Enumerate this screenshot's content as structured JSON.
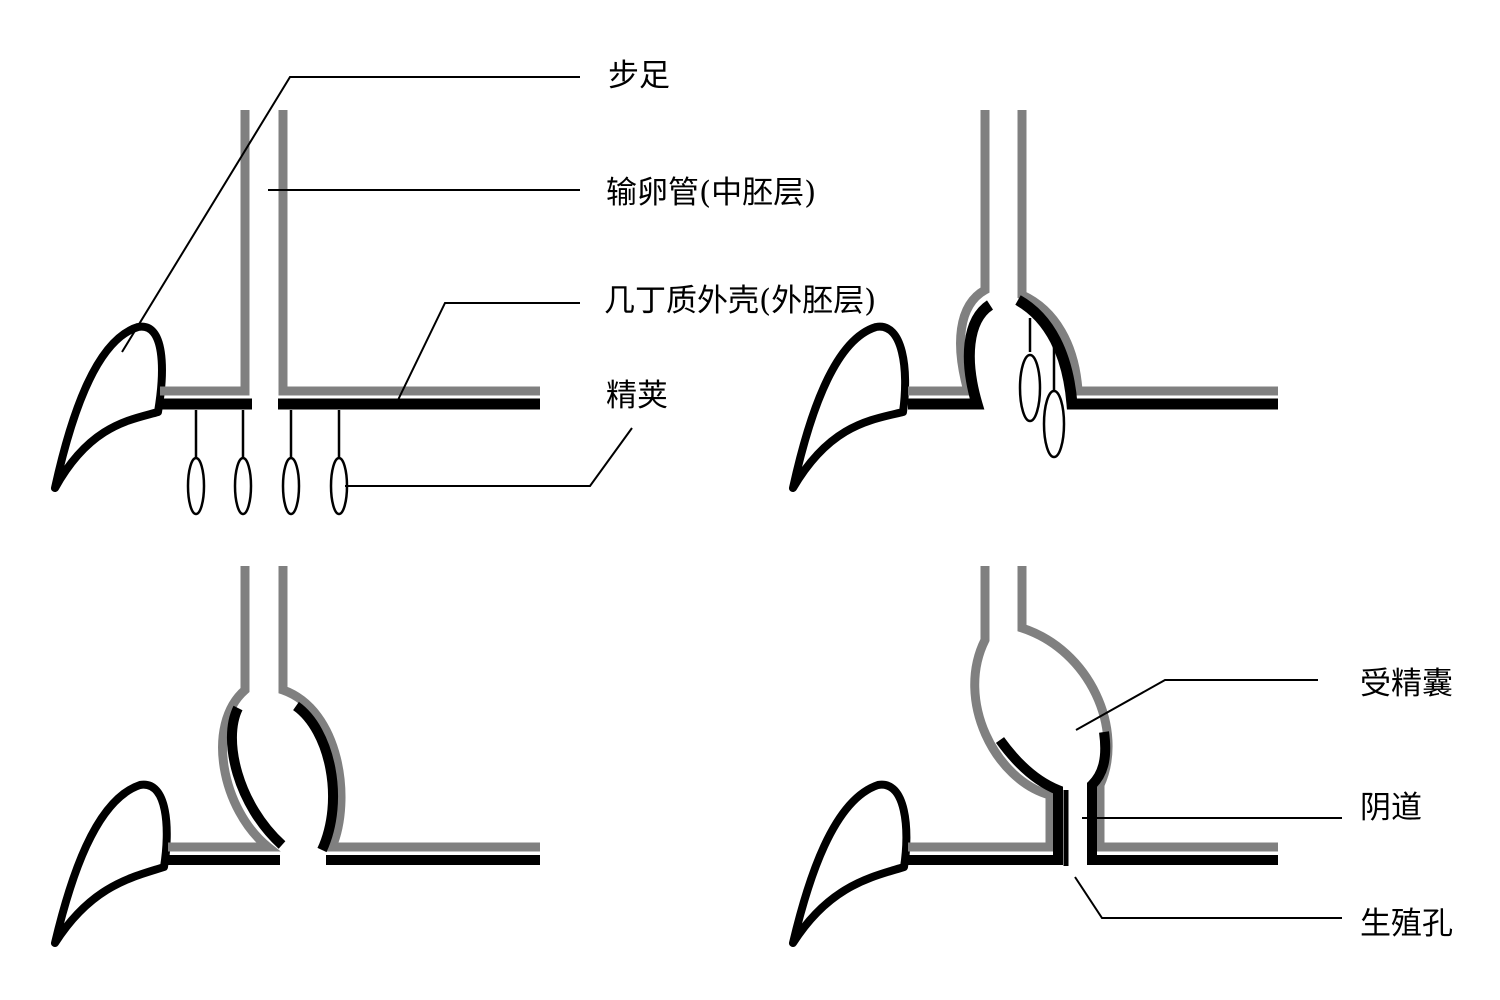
{
  "labels": {
    "leg": "步足",
    "oviduct": "输卵管(中胚层)",
    "chitin_shell": "几丁质外壳(外胚层)",
    "spermatophore": "精荚",
    "spermatheca": "受精囊",
    "vagina": "阴道",
    "genital_pore": "生殖孔"
  },
  "colors": {
    "ectoderm_cuticle": "#000000",
    "mesoderm": "#808080",
    "leader_line": "#000000",
    "background": "#ffffff"
  }
}
